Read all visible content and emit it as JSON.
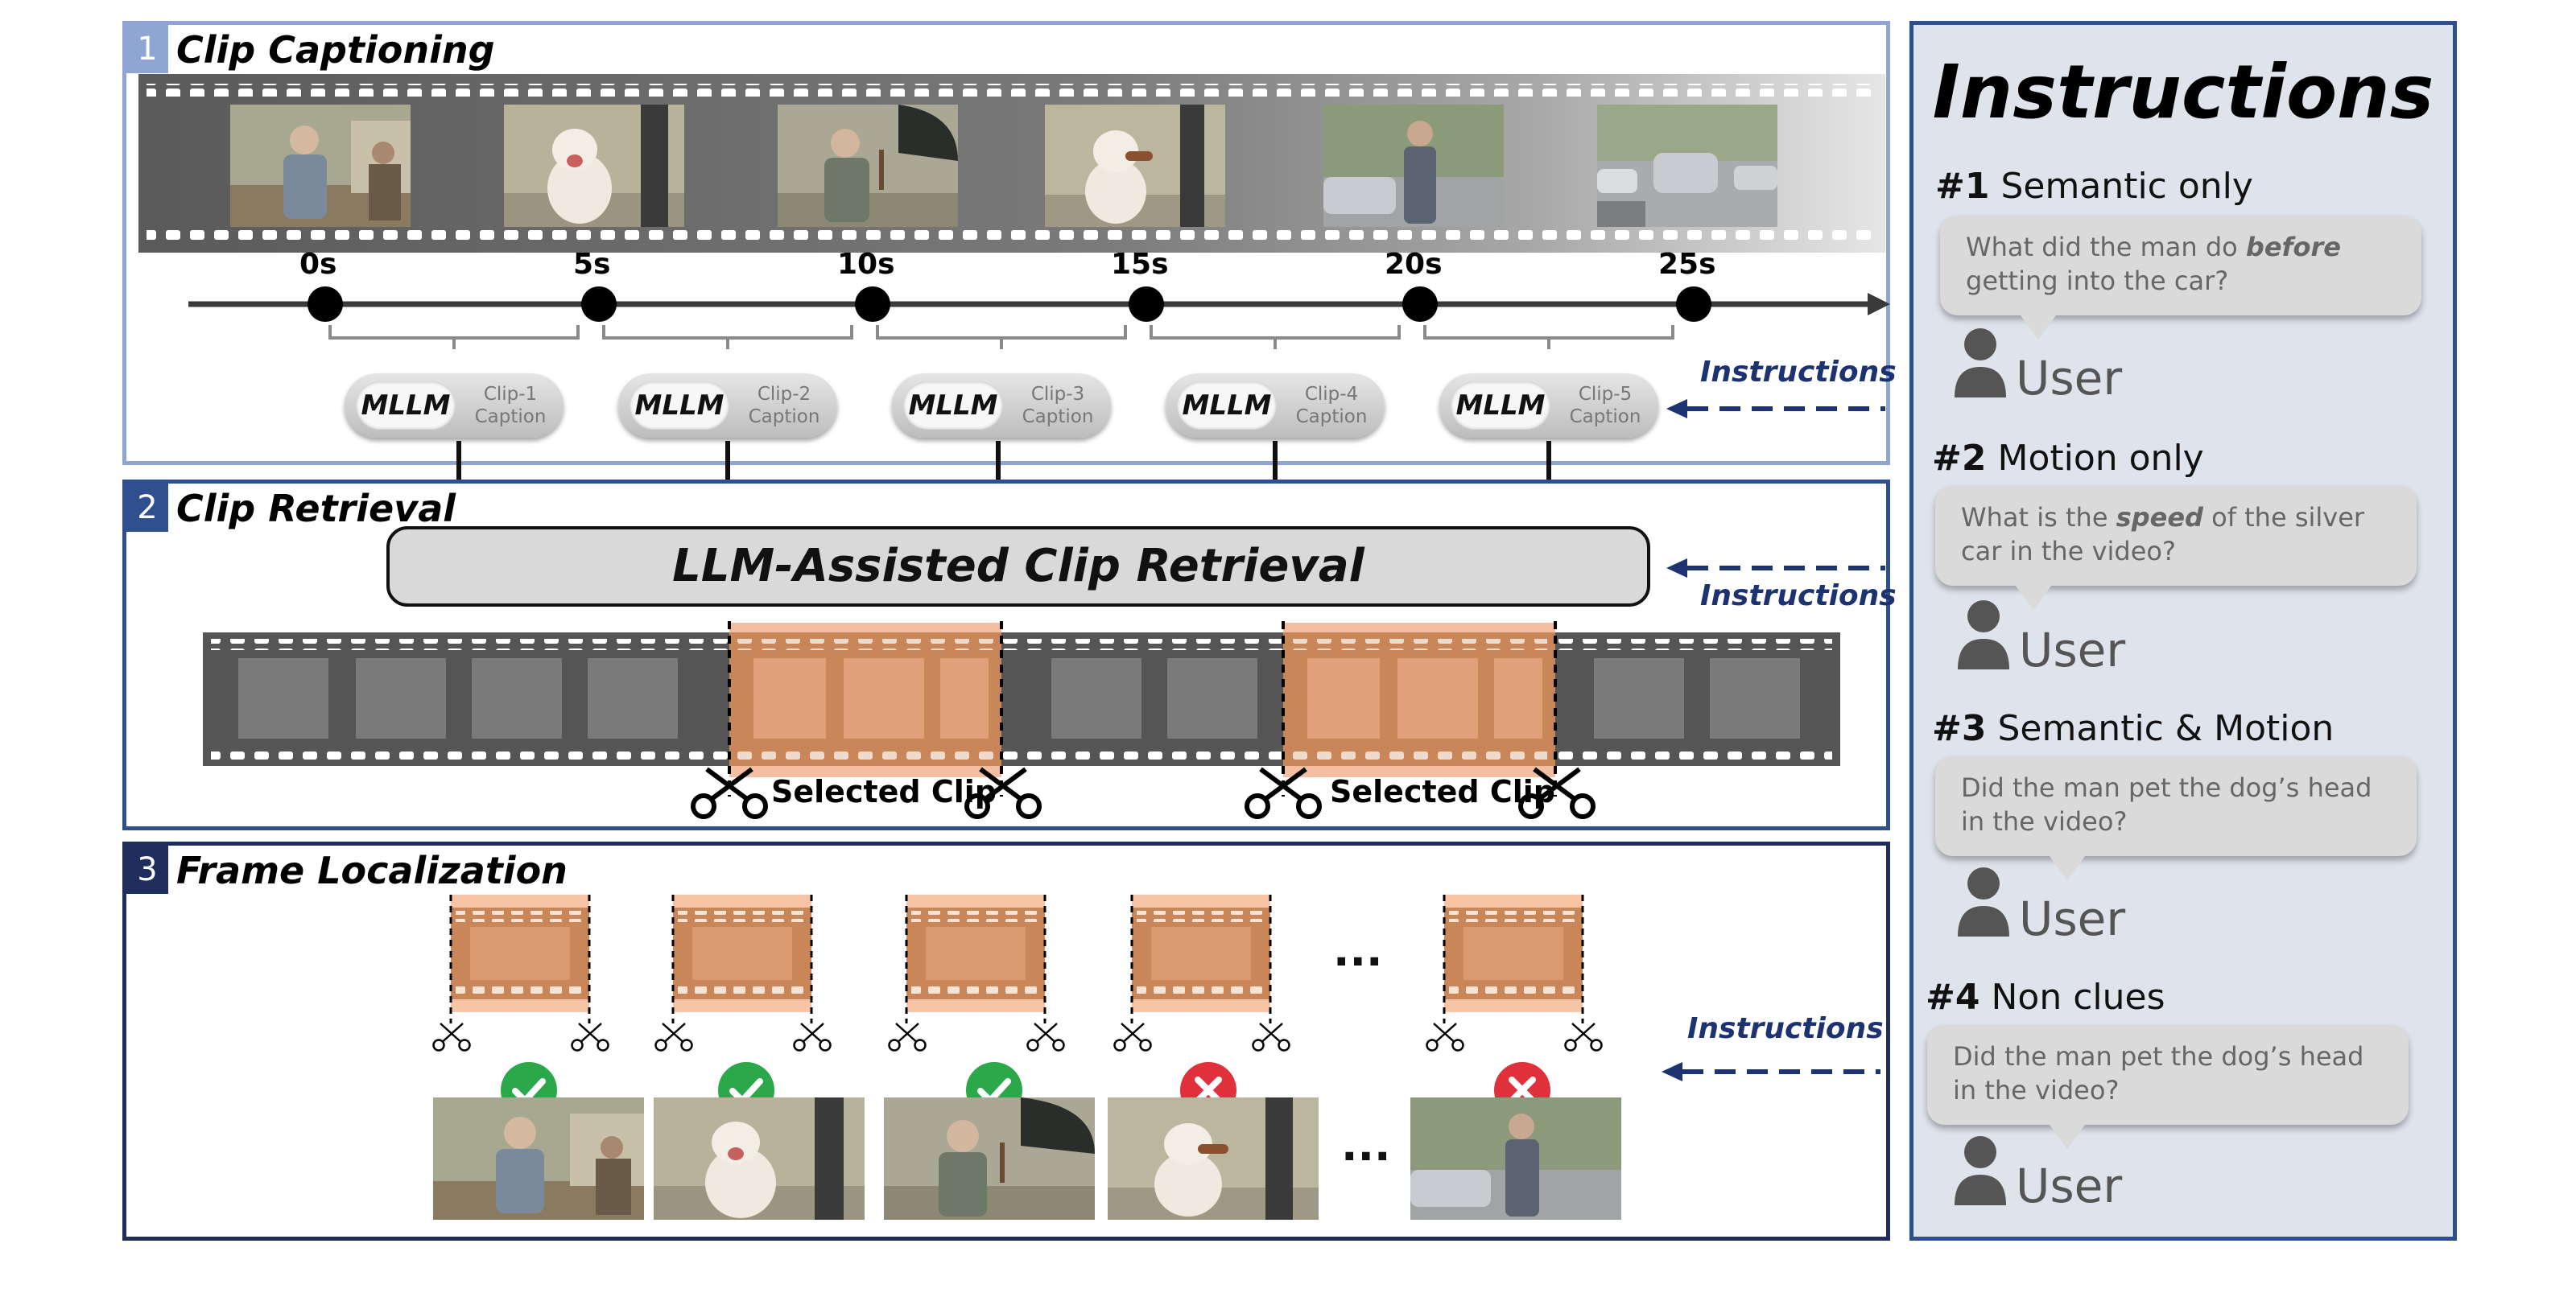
{
  "panels": {
    "clip_captioning": {
      "number": "1",
      "title": "Clip Captioning"
    },
    "clip_retrieval": {
      "number": "2",
      "title": "Clip Retrieval"
    },
    "frame_localization": {
      "number": "3",
      "title": "Frame Localization"
    }
  },
  "timeline": {
    "ticks": [
      "0s",
      "5s",
      "10s",
      "15s",
      "20s",
      "25s"
    ]
  },
  "captioners": [
    {
      "model": "MLLM",
      "clip": "Clip-1",
      "caption": "Caption"
    },
    {
      "model": "MLLM",
      "clip": "Clip-2",
      "caption": "Caption"
    },
    {
      "model": "MLLM",
      "clip": "Clip-3",
      "caption": "Caption"
    },
    {
      "model": "MLLM",
      "clip": "Clip-4",
      "caption": "Caption"
    },
    {
      "model": "MLLM",
      "clip": "Clip-5",
      "caption": "Caption"
    }
  ],
  "instructions_label": "Instructions",
  "retrieval_box": "LLM-Assisted Clip Retrieval",
  "selected_clip_label": "Selected Clip",
  "ellipsis": "...",
  "frame_results": [
    "check",
    "check",
    "check",
    "cross",
    "cross"
  ],
  "colors": {
    "panel1_border": "#8fa6d4",
    "panel2_border": "#2f4f8f",
    "panel3_border": "#1f2d5c",
    "selected_clip": "#f2b38f",
    "check": "#2aa84a",
    "cross": "#e0303c",
    "instructions_text": "#1d3270"
  },
  "instructions_panel": {
    "title": "Instructions",
    "user_label": "User",
    "items": [
      {
        "num": "#1",
        "type": "Semantic only",
        "question_parts": [
          {
            "text": "What did the man do ",
            "em": false
          },
          {
            "text": "before",
            "em": true
          },
          {
            "text": " getting into the car?",
            "em": false
          }
        ]
      },
      {
        "num": "#2",
        "type": "Motion only",
        "question_parts": [
          {
            "text": "What is the ",
            "em": false
          },
          {
            "text": "speed",
            "em": true
          },
          {
            "text": " of the silver car in the video?",
            "em": false
          }
        ]
      },
      {
        "num": "#3",
        "type": "Semantic & Motion",
        "question_parts": [
          {
            "text": "Did the man pet the dog’s head in the video?",
            "em": false
          }
        ]
      },
      {
        "num": "#4",
        "type": "Non clues",
        "question_parts": [
          {
            "text": "Did the man pet the dog’s head in the video?",
            "em": false
          }
        ]
      }
    ]
  }
}
